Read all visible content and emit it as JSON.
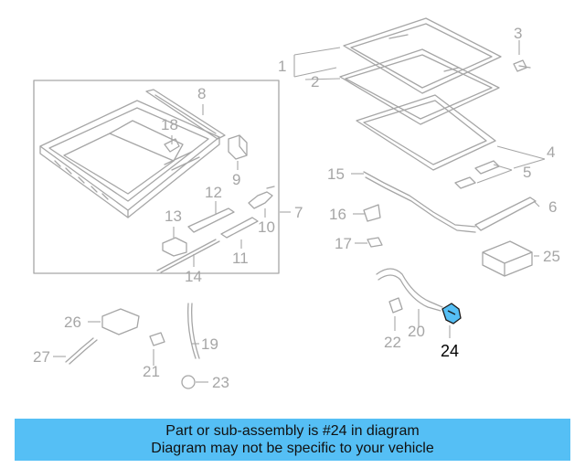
{
  "callouts": {
    "c1": "1",
    "c2": "2",
    "c3": "3",
    "c4": "4",
    "c5": "5",
    "c6": "6",
    "c7": "7",
    "c8": "8",
    "c9": "9",
    "c10": "10",
    "c11": "11",
    "c12": "12",
    "c13": "13",
    "c14": "14",
    "c15": "15",
    "c16": "16",
    "c17": "17",
    "c18": "18",
    "c19": "19",
    "c20": "20",
    "c21": "21",
    "c22": "22",
    "c23": "23",
    "c24": "24",
    "c25": "25",
    "c26": "26",
    "c27": "27"
  },
  "highlight": {
    "part_number": "24",
    "color": "#55bff5"
  },
  "banner": {
    "line1": "Part or sub-assembly is #24 in diagram",
    "line2": "Diagram may not be specific to your vehicle",
    "background": "#55bff5"
  }
}
